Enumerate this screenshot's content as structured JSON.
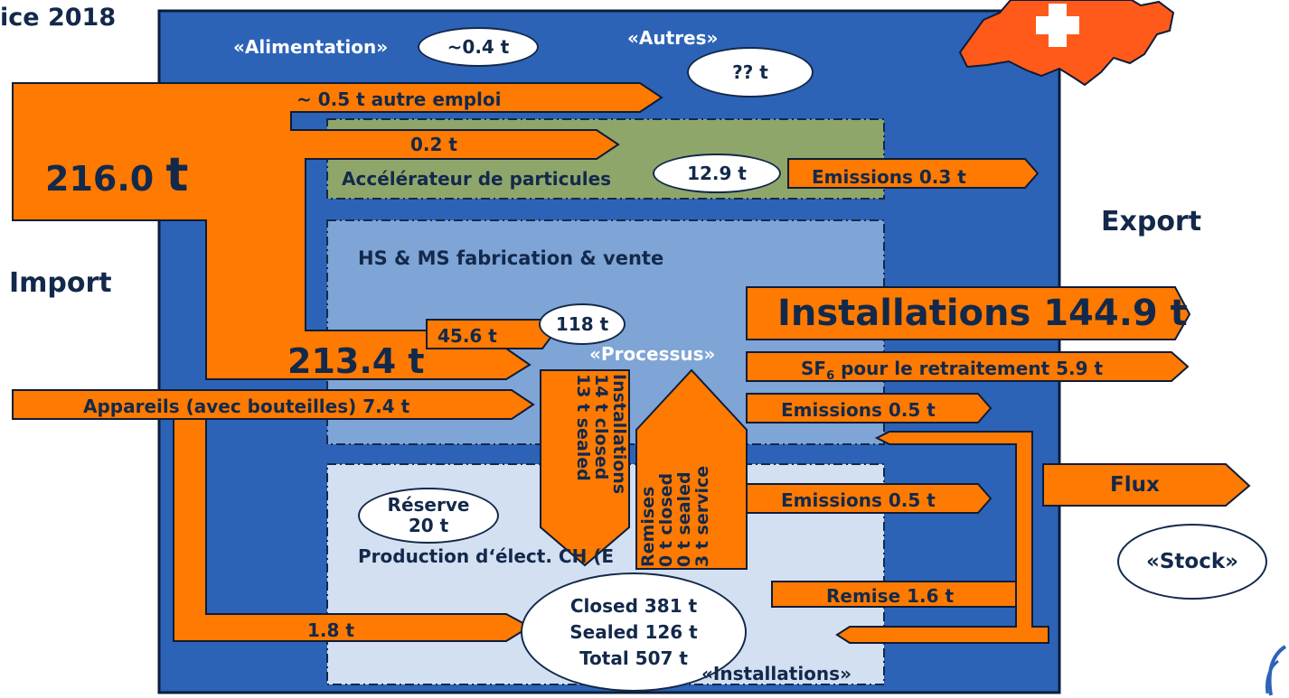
{
  "header": {
    "title_fragment": "ice 2018"
  },
  "side_labels": {
    "import": "Import",
    "export": "Export"
  },
  "colors": {
    "outer_box": "#2d63b7",
    "arrow": "#ff7a00",
    "accelerator": "#8fa66b",
    "hs_ms": "#7fa4d6",
    "production": "#d3e0f1",
    "switzerland": "#ff5a1a"
  },
  "inputs": {
    "total_import": "216.0",
    "total_import_unit": "t",
    "other_use": "~ 0.5 t autre emploi",
    "to_accelerator": "0.2 t",
    "to_hs_ms_big": "213.4 t",
    "to_processus": "45.6 t",
    "appliances": "Appareils (avec bouteilles) 7.4 t",
    "to_production": "1.8 t"
  },
  "categories": {
    "alimentation": "«Alimentation»",
    "alimentation_value": "~0.4 t",
    "autres": "«Autres»",
    "autres_value": "?? t"
  },
  "accelerator": {
    "label": "Accélérateur de particules",
    "stock": "12.9 t",
    "emissions": "Emissions 0.3 t"
  },
  "hs_ms": {
    "label": "HS & MS fabrication & vente",
    "stock": "118 t",
    "processus": "«Processus»"
  },
  "outputs": {
    "installations": "Installations 144.9 t",
    "retraitement_prefix": "SF",
    "retraitement_sub": "6",
    "retraitement_suffix": " pour le retraitement 5.9 t",
    "emissions_hs": "Emissions 0.5 t",
    "emissions_prod": "Emissions 0.5 t",
    "remise": "Remise 1.6 t",
    "flux": "Flux",
    "stock": "«Stock»"
  },
  "installations_down": {
    "line1": "Installations",
    "line2": "14 t closed",
    "line3": "13 t sealed"
  },
  "remises_up": {
    "line1": "Remises",
    "line2": "0 t closed",
    "line3": "0 t sealed",
    "line4": "3 t  service"
  },
  "production": {
    "label": "Production d‘élect. CH (E",
    "reserve_l1": "Réserve",
    "reserve_l2": "20 t",
    "closed": "Closed 381 t",
    "sealed": "Sealed 126 t",
    "total": "Total 507 t",
    "installations_tag": "«Installations»"
  }
}
